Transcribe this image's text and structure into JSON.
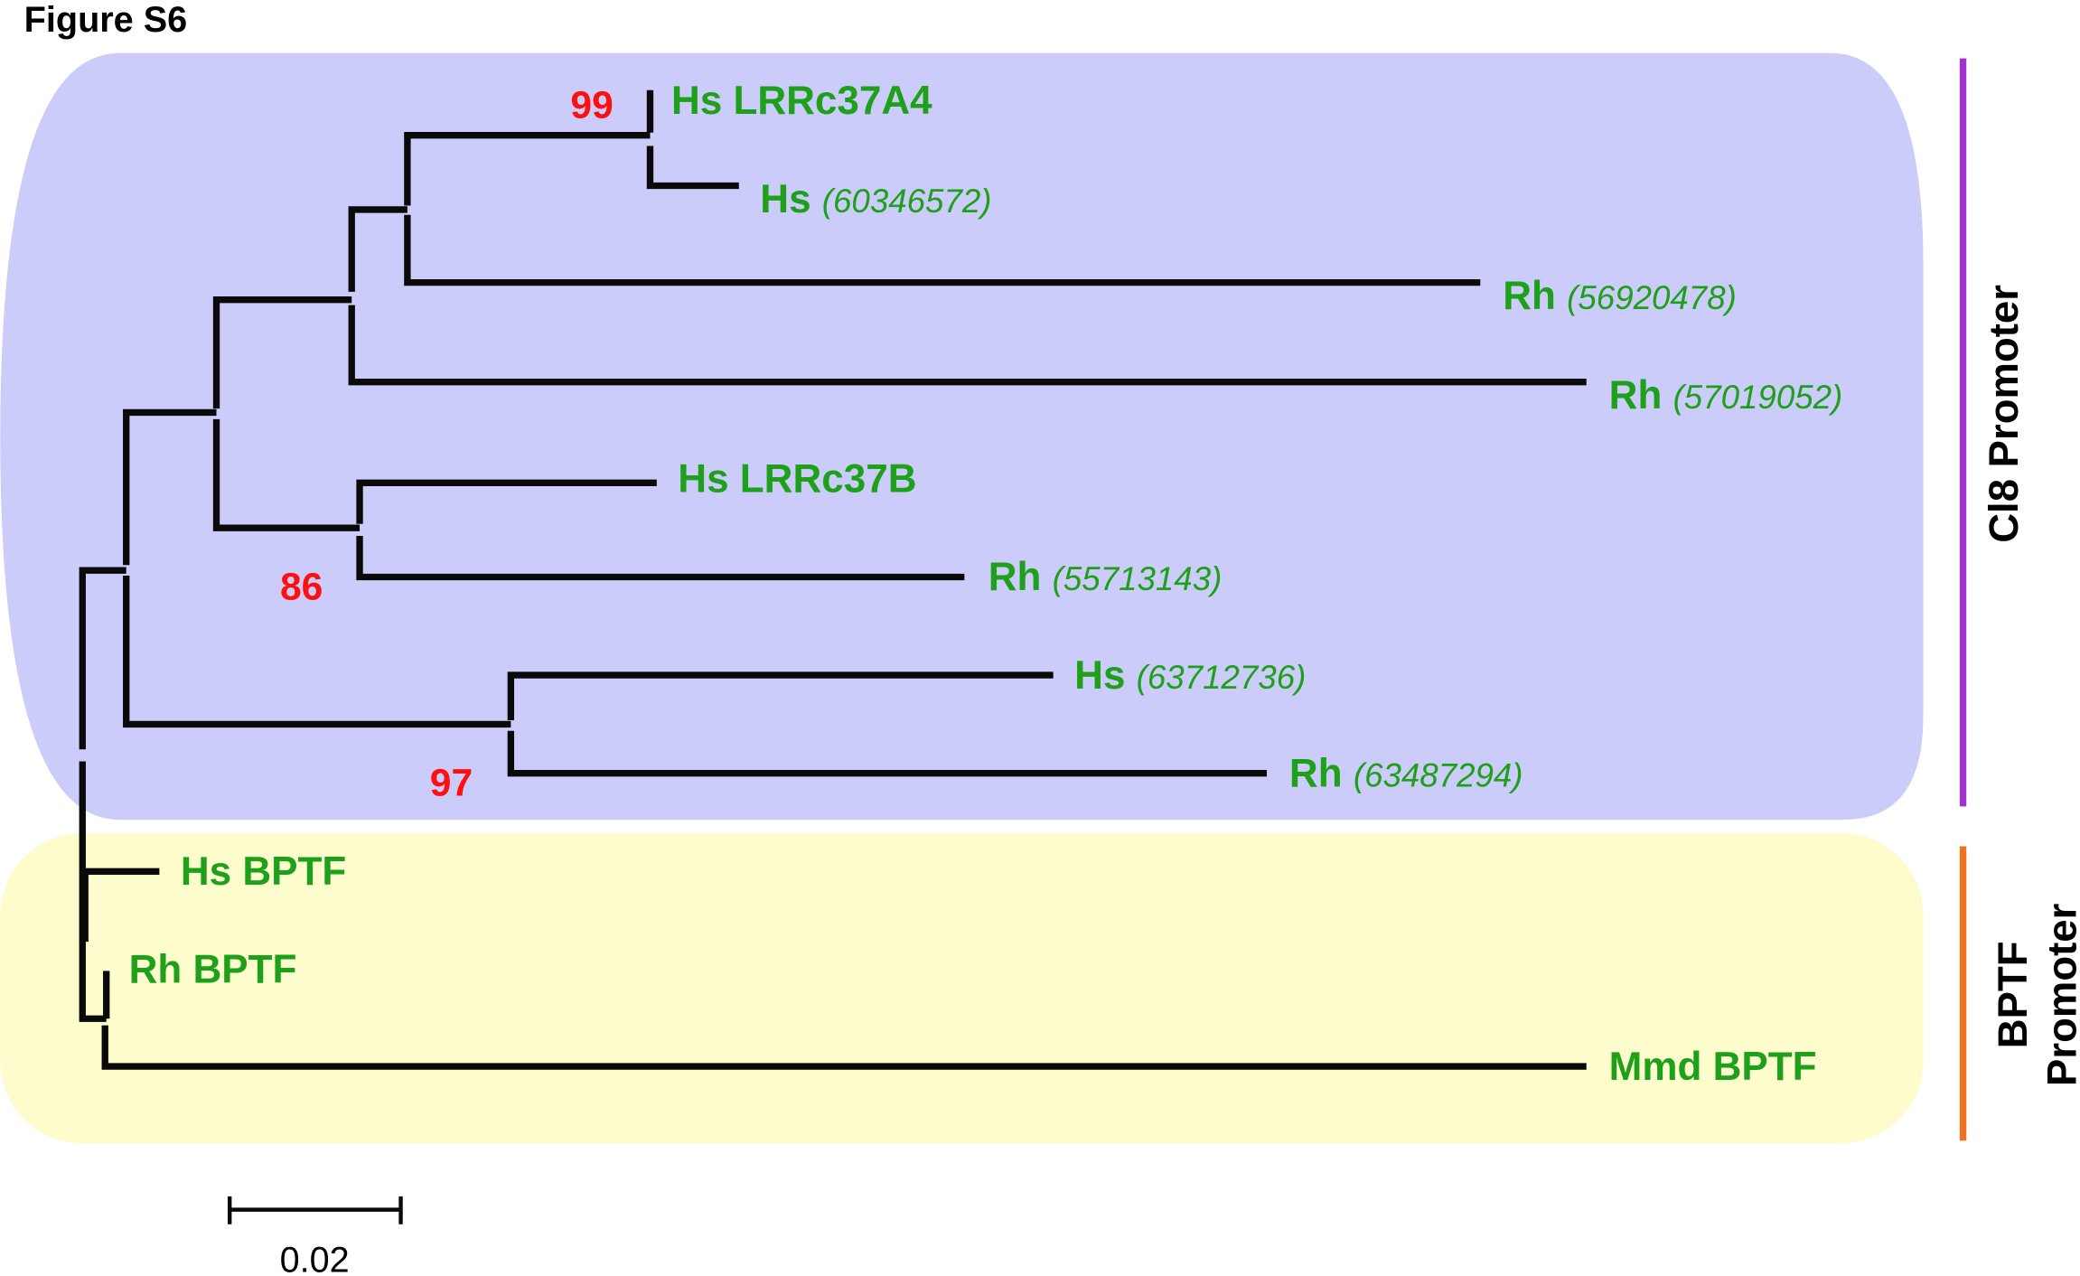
{
  "figure_title": "Figure S6",
  "groups": [
    {
      "name": "Cl8 Promoter",
      "bg_color": "#ccccfa",
      "bar_color": "#a030d0"
    },
    {
      "name_line1": "BPTF",
      "name_line2": "Promoter",
      "bg_color": "#fdfccc",
      "bar_color": "#f07020"
    }
  ],
  "leaves": [
    {
      "species": "Hs LRRc37A4",
      "accession": ""
    },
    {
      "species": "Hs",
      "accession": "(60346572)"
    },
    {
      "species": "Rh",
      "accession": "(56920478)"
    },
    {
      "species": "Rh",
      "accession": "(57019052)"
    },
    {
      "species": "Hs LRRc37B",
      "accession": ""
    },
    {
      "species": "Rh",
      "accession": "(55713143)"
    },
    {
      "species": "Hs",
      "accession": "(63712736)"
    },
    {
      "species": "Rh",
      "accession": "(63487294)"
    },
    {
      "species": "Hs BPTF",
      "accession": ""
    },
    {
      "species": "Rh BPTF",
      "accession": ""
    },
    {
      "species": "Mmd BPTF",
      "accession": ""
    }
  ],
  "bootstrap": [
    "99",
    "86",
    "97"
  ],
  "scale_bar": {
    "label": "0.02"
  },
  "colors": {
    "label": "#1ea01a",
    "bootstrap": "#ff1010",
    "branch": "#0a0a0a"
  }
}
